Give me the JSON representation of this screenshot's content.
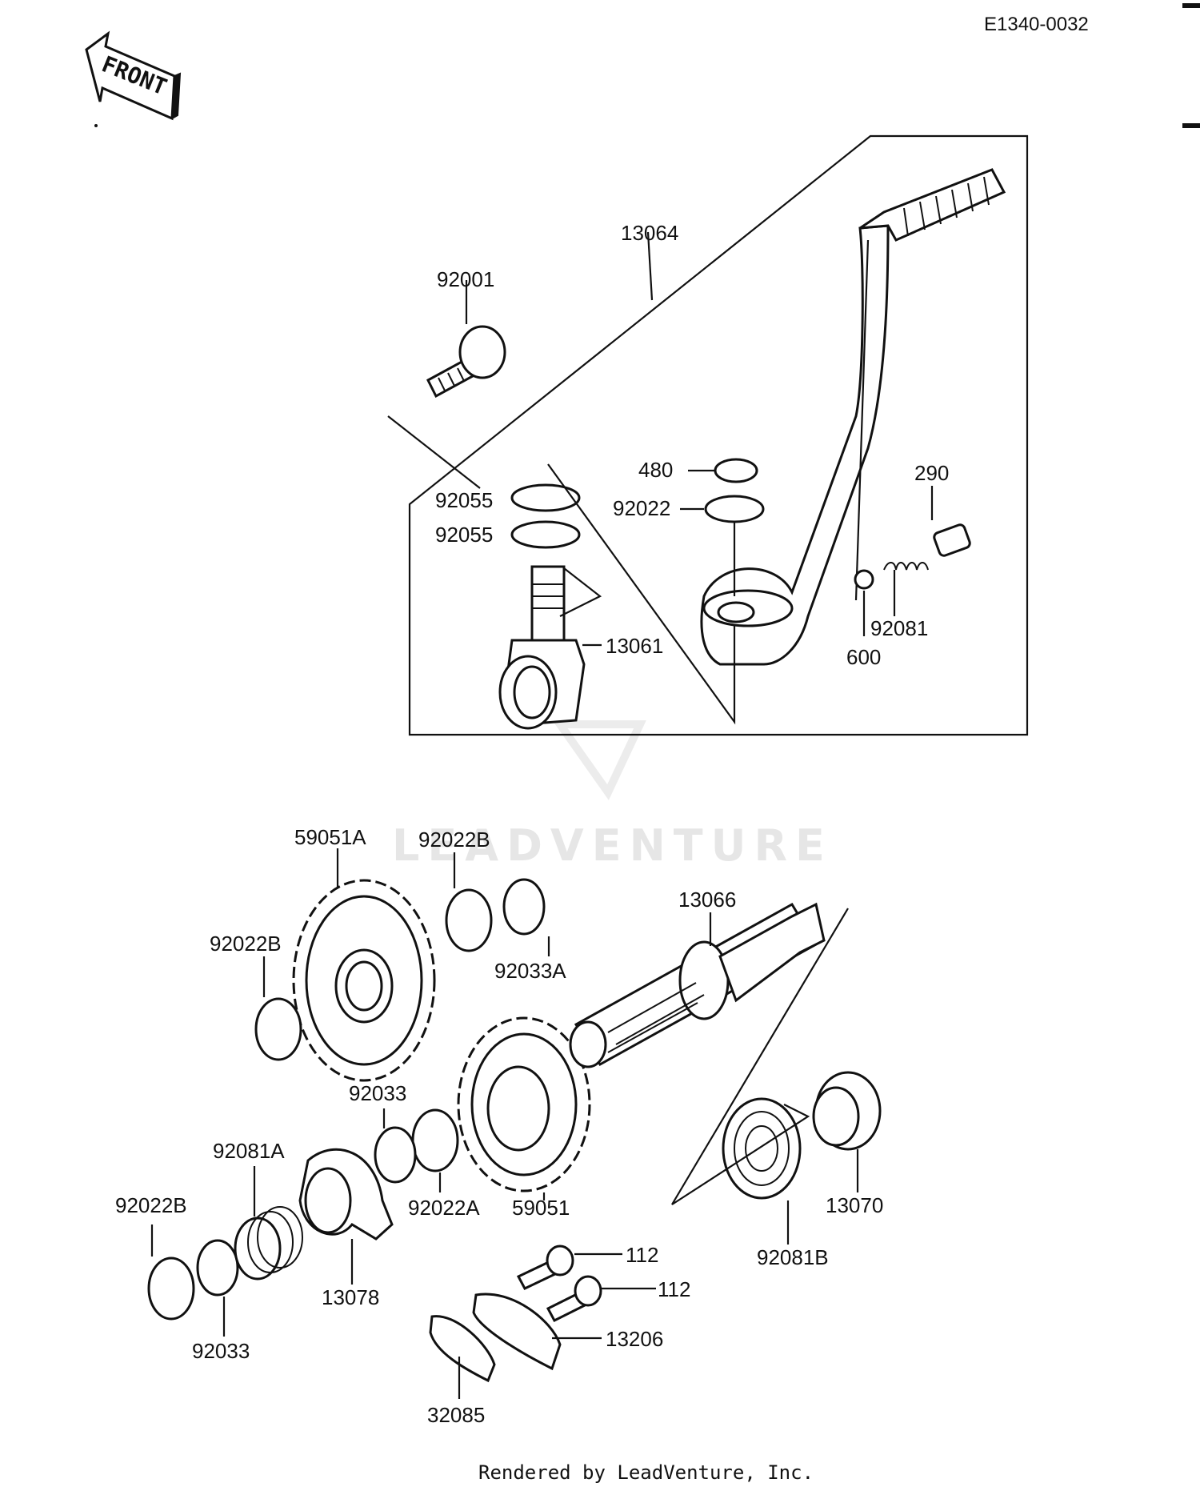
{
  "diagram": {
    "code": "E1340-0032",
    "front_arrow": "FRONT",
    "watermark": "LEADVENTURE",
    "footer": "Rendered by LeadVenture, Inc."
  },
  "parts": {
    "p13064": "13064",
    "p92001": "92001",
    "p480": "480",
    "p290": "290",
    "p92055a": "92055",
    "p92055b": "92055",
    "p92022": "92022",
    "p13061": "13061",
    "p92081": "92081",
    "p600": "600",
    "p59051A": "59051A",
    "p92022B_top": "92022B",
    "p13066": "13066",
    "p92022B_left": "92022B",
    "p92033A": "92033A",
    "p92033_mid": "92033",
    "p92081A": "92081A",
    "p92022B_bottom": "92022B",
    "p92022A": "92022A",
    "p59051": "59051",
    "p13070": "13070",
    "p112a": "112",
    "p112b": "112",
    "p92081B": "92081B",
    "p13078": "13078",
    "p92033_bottom": "92033",
    "p13206": "13206",
    "p32085": "32085"
  }
}
